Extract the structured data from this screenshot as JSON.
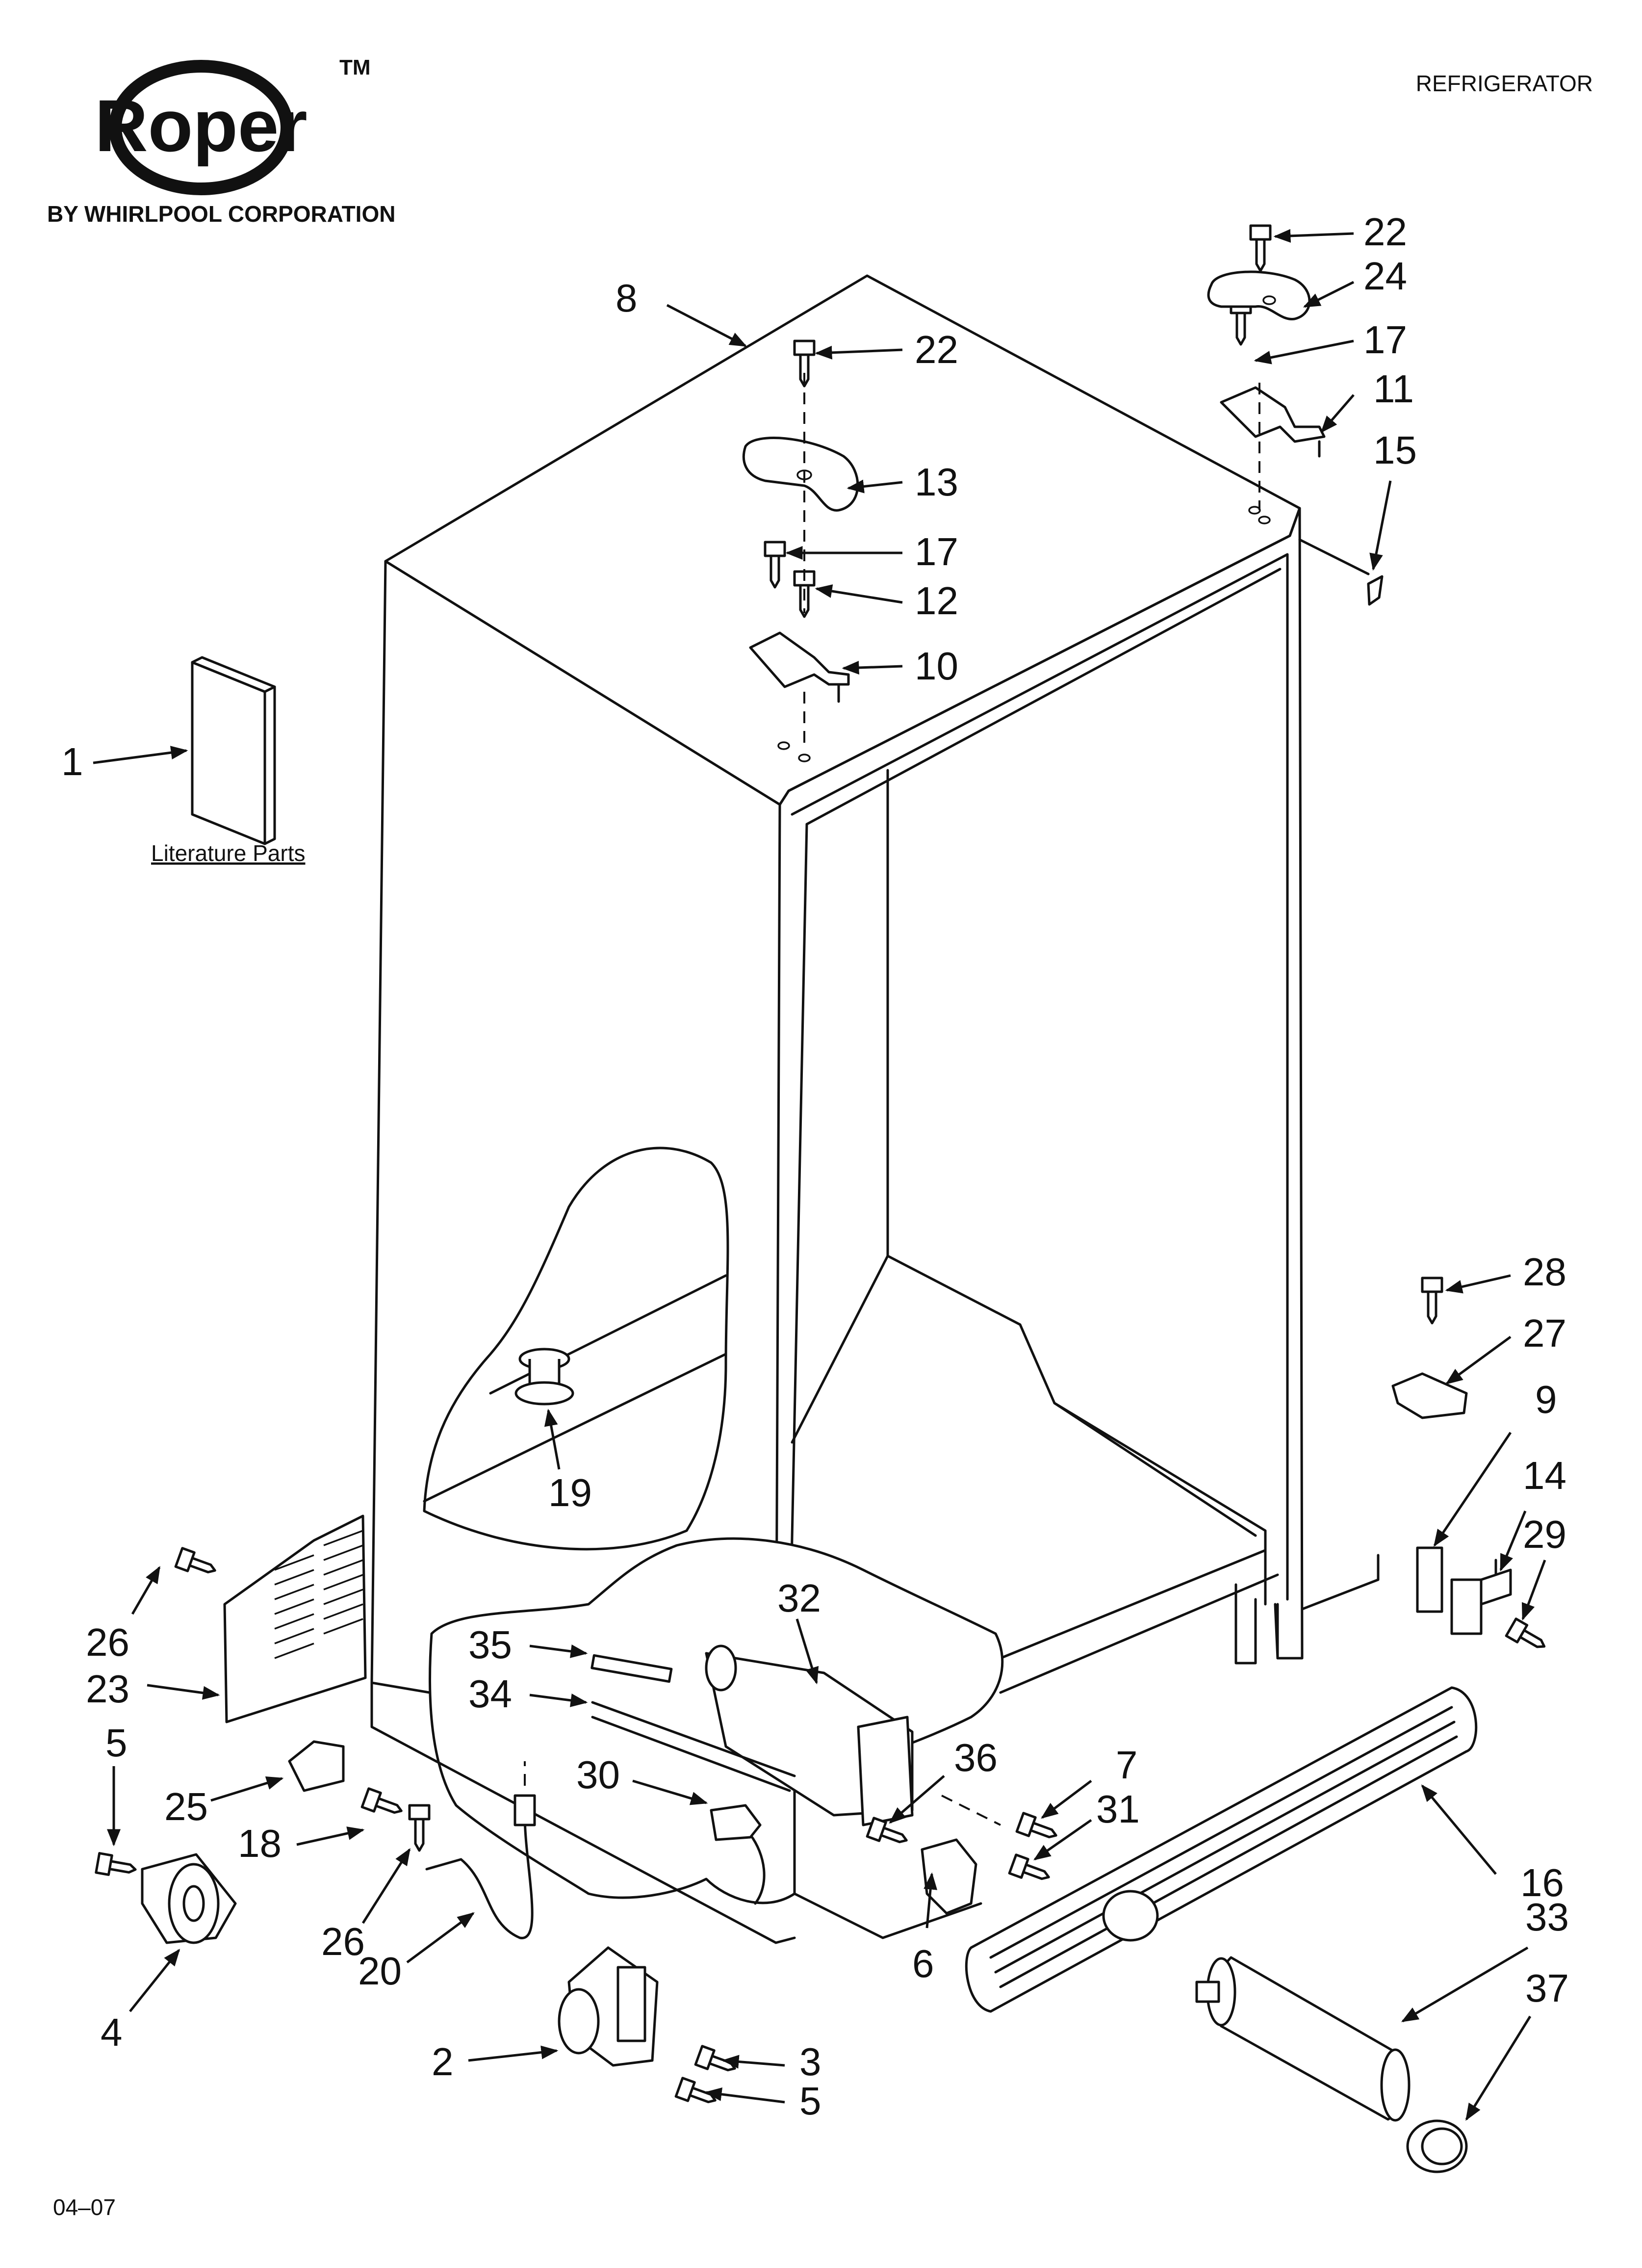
{
  "header": {
    "brand": "Roper",
    "trademark": "TM",
    "subtitle": "BY WHIRLPOOL CORPORATION",
    "category": "REFRIGERATOR"
  },
  "footer": {
    "code": "04–07"
  },
  "literature_caption": "Literature Parts",
  "callouts": [
    {
      "id": "c-8",
      "label": "8"
    },
    {
      "id": "c-22a",
      "label": "22"
    },
    {
      "id": "c-24",
      "label": "24"
    },
    {
      "id": "c-17a",
      "label": "17"
    },
    {
      "id": "c-11",
      "label": "11"
    },
    {
      "id": "c-15",
      "label": "15"
    },
    {
      "id": "c-22b",
      "label": "22"
    },
    {
      "id": "c-13",
      "label": "13"
    },
    {
      "id": "c-17b",
      "label": "17"
    },
    {
      "id": "c-12",
      "label": "12"
    },
    {
      "id": "c-10",
      "label": "10"
    },
    {
      "id": "c-1",
      "label": "1"
    },
    {
      "id": "c-28",
      "label": "28"
    },
    {
      "id": "c-27",
      "label": "27"
    },
    {
      "id": "c-9",
      "label": "9"
    },
    {
      "id": "c-19",
      "label": "19"
    },
    {
      "id": "c-14",
      "label": "14"
    },
    {
      "id": "c-29",
      "label": "29"
    },
    {
      "id": "c-26a",
      "label": "26"
    },
    {
      "id": "c-32",
      "label": "32"
    },
    {
      "id": "c-35",
      "label": "35"
    },
    {
      "id": "c-23",
      "label": "23"
    },
    {
      "id": "c-34",
      "label": "34"
    },
    {
      "id": "c-5a",
      "label": "5"
    },
    {
      "id": "c-36",
      "label": "36"
    },
    {
      "id": "c-30",
      "label": "30"
    },
    {
      "id": "c-7",
      "label": "7"
    },
    {
      "id": "c-25",
      "label": "25"
    },
    {
      "id": "c-31",
      "label": "31"
    },
    {
      "id": "c-18",
      "label": "18"
    },
    {
      "id": "c-16",
      "label": "16"
    },
    {
      "id": "c-26b",
      "label": "26"
    },
    {
      "id": "c-33",
      "label": "33"
    },
    {
      "id": "c-20",
      "label": "20"
    },
    {
      "id": "c-6",
      "label": "6"
    },
    {
      "id": "c-37",
      "label": "37"
    },
    {
      "id": "c-4",
      "label": "4"
    },
    {
      "id": "c-2",
      "label": "2"
    },
    {
      "id": "c-3",
      "label": "3"
    },
    {
      "id": "c-5b",
      "label": "5"
    }
  ]
}
